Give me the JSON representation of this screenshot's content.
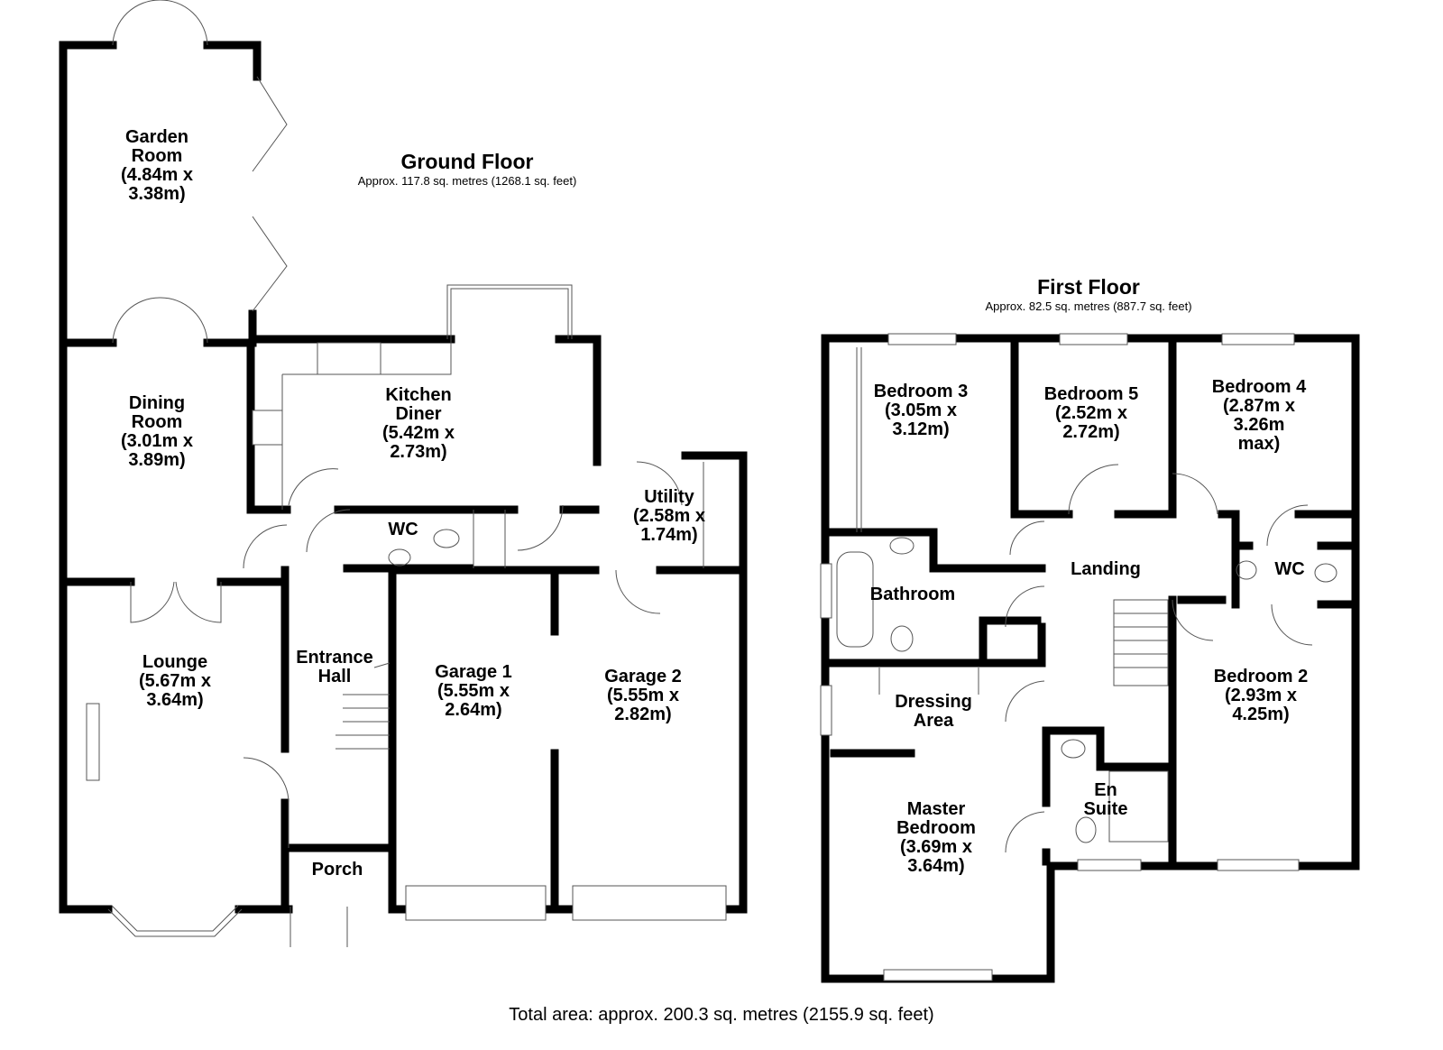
{
  "ground_floor": {
    "title": "Ground Floor",
    "area": "Approx. 117.8 sq. metres (1268.1 sq. feet)",
    "rooms": [
      {
        "name": "Garden Room",
        "label": "Garden\nRoom\n(4.84m x\n3.38m)"
      },
      {
        "name": "Dining Room",
        "label": "Dining\nRoom\n(3.01m x\n3.89m)"
      },
      {
        "name": "Kitchen Diner",
        "label": "Kitchen\nDiner\n(5.42m x\n2.73m)"
      },
      {
        "name": "WC",
        "label": "WC"
      },
      {
        "name": "Utility",
        "label": "Utility\n(2.58m x\n1.74m)"
      },
      {
        "name": "Lounge",
        "label": "Lounge\n(5.67m x\n3.64m)"
      },
      {
        "name": "Entrance Hall",
        "label": "Entrance\nHall"
      },
      {
        "name": "Garage 1",
        "label": "Garage 1\n(5.55m x\n2.64m)"
      },
      {
        "name": "Garage 2",
        "label": "Garage 2\n(5.55m x\n2.82m)"
      },
      {
        "name": "Porch",
        "label": "Porch"
      }
    ]
  },
  "first_floor": {
    "title": "First Floor",
    "area": "Approx. 82.5 sq. metres (887.7 sq. feet)",
    "rooms": [
      {
        "name": "Bedroom 3",
        "label": "Bedroom 3\n(3.05m x\n3.12m)"
      },
      {
        "name": "Bedroom 5",
        "label": "Bedroom 5\n(2.52m x\n2.72m)"
      },
      {
        "name": "Bedroom 4",
        "label": "Bedroom 4\n(2.87m x\n3.26m\nmax)"
      },
      {
        "name": "Landing",
        "label": "Landing"
      },
      {
        "name": "WC",
        "label": "WC"
      },
      {
        "name": "Bathroom",
        "label": "Bathroom"
      },
      {
        "name": "Dressing Area",
        "label": "Dressing\nArea"
      },
      {
        "name": "Bedroom 2",
        "label": "Bedroom 2\n(2.93m x\n4.25m)"
      },
      {
        "name": "En Suite",
        "label": "En\nSuite"
      },
      {
        "name": "Master Bedroom",
        "label": "Master\nBedroom\n(3.69m x\n3.64m)"
      }
    ]
  },
  "total_area": "Total area: approx. 200.3 sq. metres (2155.9 sq. feet)"
}
